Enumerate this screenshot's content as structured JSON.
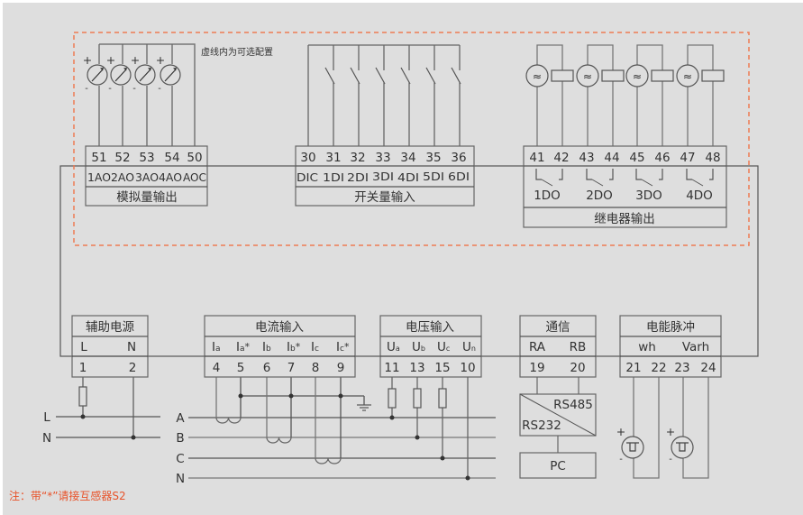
{
  "title": "多功能电力仪表接线图",
  "colors": {
    "background": "#dedede",
    "line": "#555555",
    "optional_border": "#ee7b54",
    "note": "#e8532a"
  },
  "optional_note": "虚线内为可选配置",
  "analog_output": {
    "title": "模拟量输出",
    "terminals": [
      "51",
      "52",
      "53",
      "54",
      "50"
    ],
    "labels": [
      "1AO",
      "2AO",
      "3AO",
      "4AO",
      "AOC"
    ],
    "meter_symbol": "ammeter-icon",
    "plus": "+",
    "minus": "-"
  },
  "digital_input": {
    "title": "开关量输入",
    "terminals": [
      "30",
      "31",
      "32",
      "33",
      "34",
      "35",
      "36"
    ],
    "labels": [
      "DIC",
      "1DI",
      "2DI",
      "3DI",
      "4DI",
      "5DI",
      "6DI"
    ]
  },
  "relay_output": {
    "title": "继电器输出",
    "terminals": [
      "41",
      "42",
      "43",
      "44",
      "45",
      "46",
      "47",
      "48"
    ],
    "labels": [
      "1DO",
      "2DO",
      "3DO",
      "4DO"
    ],
    "source_symbol": "≈"
  },
  "aux_power": {
    "title": "辅助电源",
    "labels": [
      "L",
      "N"
    ],
    "terminals": [
      "1",
      "2"
    ]
  },
  "current_input": {
    "title": "电流输入",
    "labels": [
      {
        "main": "I",
        "sub": "a",
        "star": ""
      },
      {
        "main": "I",
        "sub": "a",
        "star": "*"
      },
      {
        "main": "I",
        "sub": "b",
        "star": ""
      },
      {
        "main": "I",
        "sub": "b",
        "star": "*"
      },
      {
        "main": "I",
        "sub": "c",
        "star": ""
      },
      {
        "main": "I",
        "sub": "c",
        "star": "*"
      }
    ],
    "terminals": [
      "4",
      "5",
      "6",
      "7",
      "8",
      "9"
    ]
  },
  "voltage_input": {
    "title": "电压输入",
    "labels": [
      {
        "main": "U",
        "sub": "a"
      },
      {
        "main": "U",
        "sub": "b"
      },
      {
        "main": "U",
        "sub": "c"
      },
      {
        "main": "U",
        "sub": "n"
      }
    ],
    "terminals": [
      "11",
      "13",
      "15",
      "10"
    ]
  },
  "communication": {
    "title": "通信",
    "labels": [
      "RA",
      "RB"
    ],
    "terminals": [
      "19",
      "20"
    ],
    "converter_top": "RS485",
    "converter_bottom": "RS232",
    "pc": "PC"
  },
  "energy_pulse": {
    "title": "电能脉冲",
    "labels": [
      "wh",
      "Varh"
    ],
    "terminals": [
      "21",
      "22",
      "23",
      "24"
    ],
    "plus": "+",
    "minus": "-"
  },
  "power_lines": {
    "aux": [
      "L",
      "N"
    ],
    "three_phase": [
      "A",
      "B",
      "C",
      "N"
    ]
  },
  "footnote": "注：带“*”请接互感器S2"
}
